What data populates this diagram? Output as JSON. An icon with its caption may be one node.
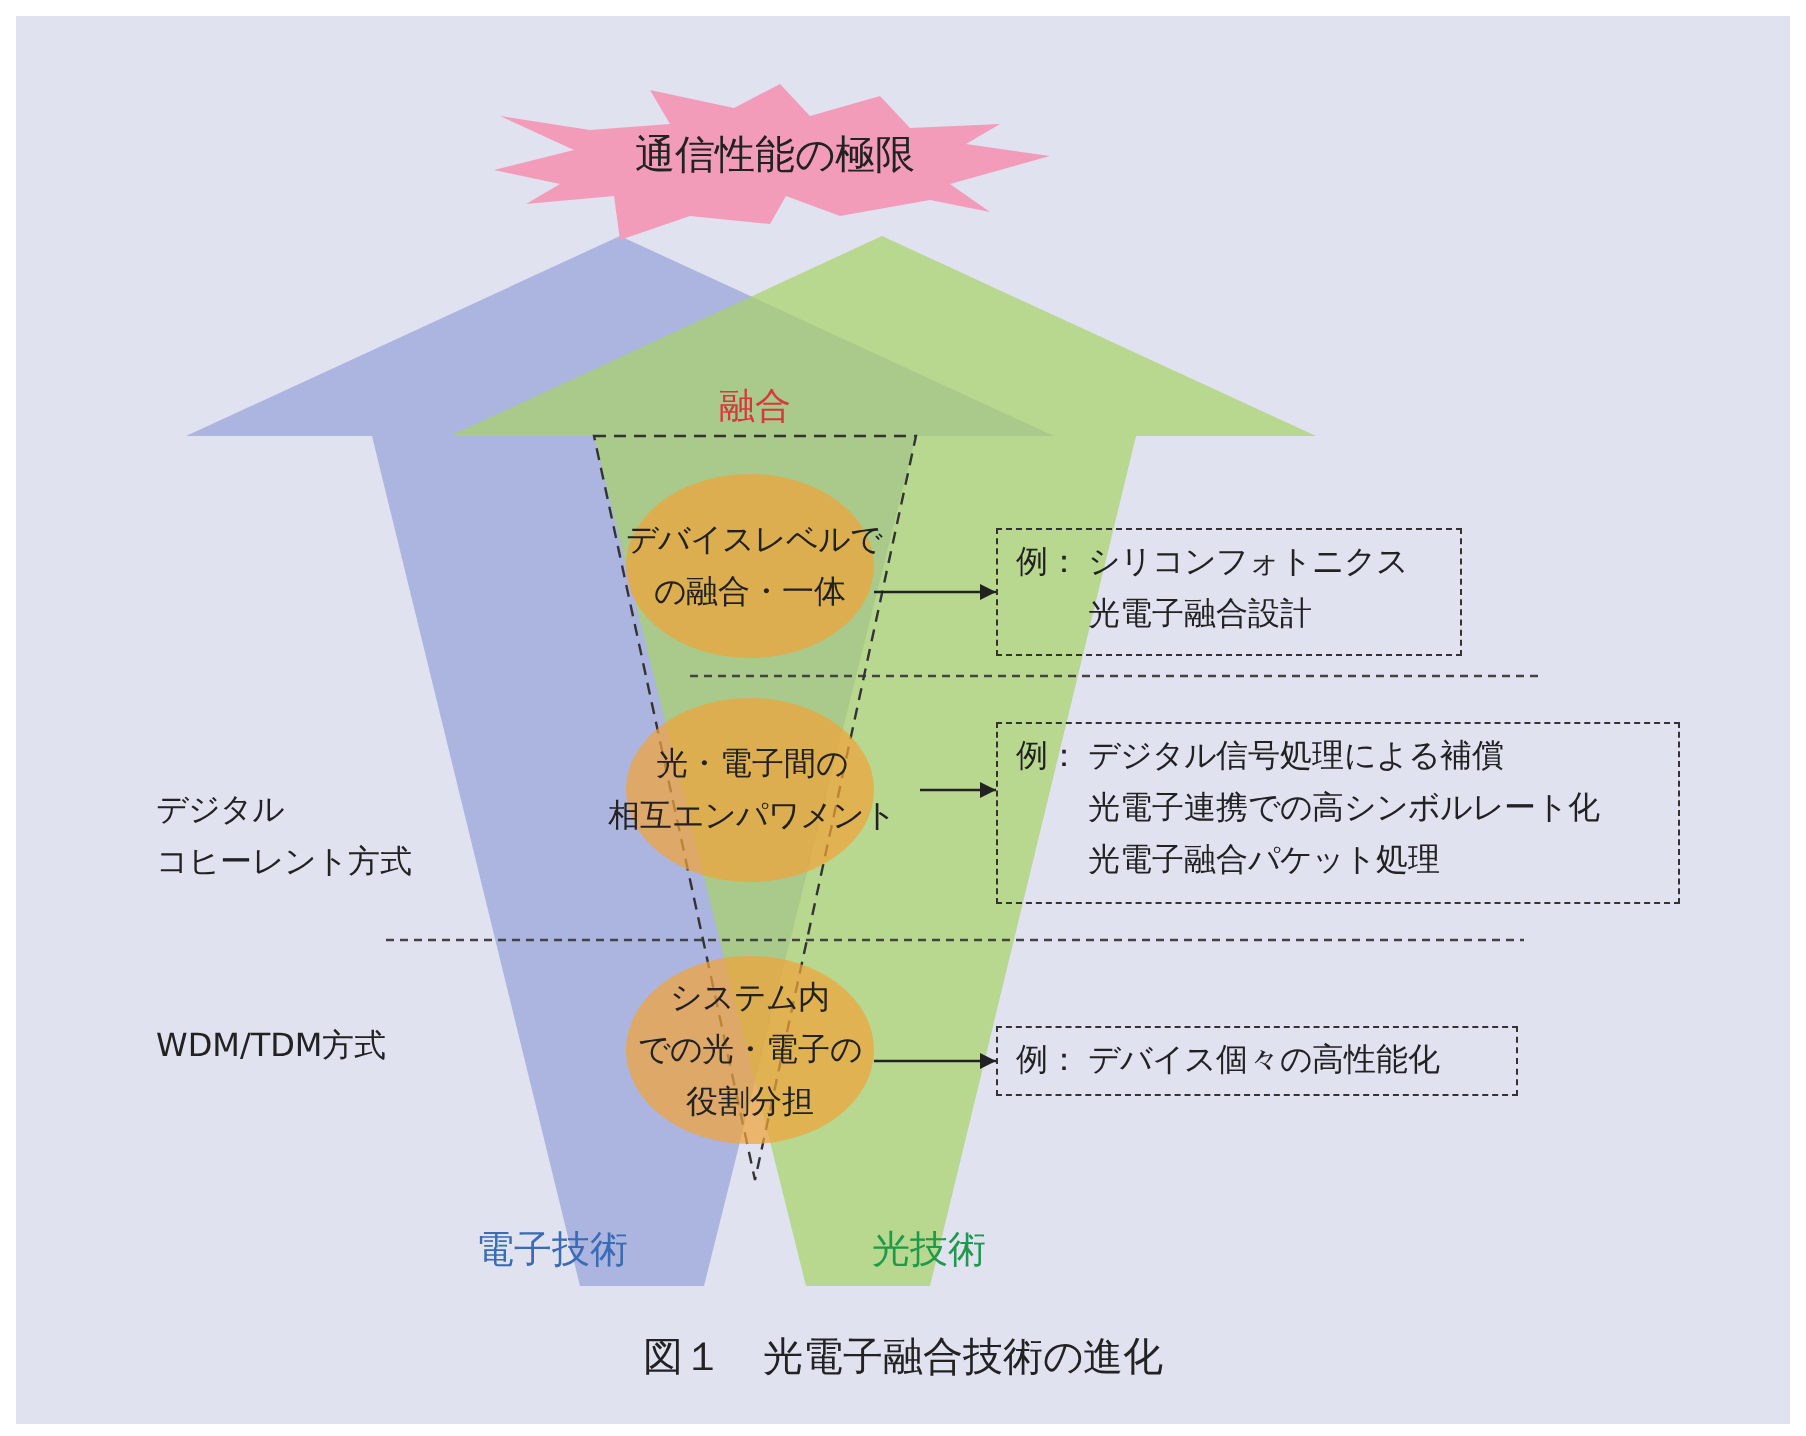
{
  "diagram": {
    "caption": "図１　光電子融合技術の進化",
    "nodes": [
      {
        "text": [
          "通信性能の極限"
        ]
      },
      {
        "text": [
          "融合"
        ]
      },
      {
        "text": [
          "デバイスレベルでの融合・一体"
        ],
        "in": 1
      },
      {
        "text": [
          "例：",
          "シリコンフォトニクス",
          "光電子融合設計"
        ]
      },
      {
        "text": [
          "光・電子間の相互エンパワメント"
        ],
        "in": 1
      },
      {
        "text": [
          "例：",
          "デジタル信号処理による補償",
          "光電子連携での高シンボルレート化",
          "光電子融合パケット処理"
        ]
      },
      {
        "text": [
          "システム内での光・電子の役割分担"
        ],
        "in": 1
      },
      {
        "text": [
          "例：",
          "デバイス個々の高性能化"
        ]
      }
    ],
    "edges": [
      {
        "from": 2,
        "to": 3,
        "arrow": "to"
      },
      {
        "from": 4,
        "to": 5,
        "arrow": "to"
      },
      {
        "from": 6,
        "to": 7,
        "arrow": "to"
      }
    ],
    "labels": [
      "デジタルコヒーレント方式",
      "WDM/TDM方式",
      "電子技術",
      "光技術"
    ]
  }
}
